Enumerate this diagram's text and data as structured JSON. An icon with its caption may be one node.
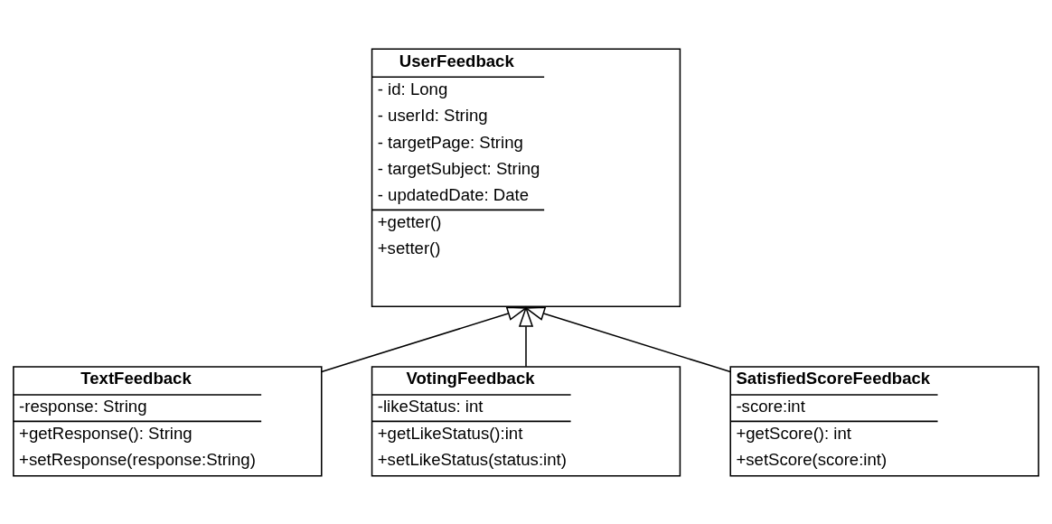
{
  "diagram": {
    "nodes": [
      {
        "text": [
          "UserFeedback",
          "- id: Long",
          "- userId: String",
          "- targetPage: String",
          "- targetSubject: String",
          "- updatedDate: Date",
          "+getter()",
          "+setter()"
        ]
      },
      {
        "text": [
          "TextFeedback",
          "-response: String",
          "+getResponse(): String",
          "+setResponse(response:String)"
        ]
      },
      {
        "text": [
          "VotingFeedback",
          "-likeStatus: int",
          "+getLikeStatus():int",
          "+setLikeStatus(status:int)"
        ]
      },
      {
        "text": [
          "SatisfiedScoreFeedback",
          "-score:int",
          "+getScore(): int",
          "+setScore(score:int)"
        ]
      }
    ],
    "edges": [
      {
        "from": 1,
        "to": 0,
        "arrow": "to"
      },
      {
        "from": 2,
        "to": 0,
        "arrow": "to"
      },
      {
        "from": 3,
        "to": 0,
        "arrow": "to"
      }
    ]
  }
}
